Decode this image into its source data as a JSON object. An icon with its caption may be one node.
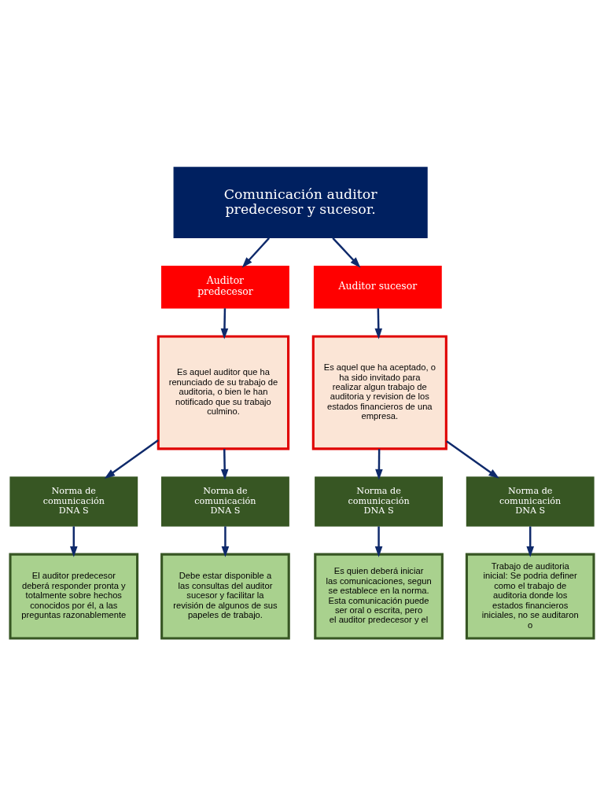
{
  "diagram": {
    "nodes": [
      {
        "text": [
          "Comunicación auditor predecesor y sucesor."
        ]
      },
      {
        "text": [
          "Auditor predecesor"
        ]
      },
      {
        "text": [
          "Auditor sucesor"
        ]
      },
      {
        "text": [
          "Es aquel auditor que ha renunciado de su trabajo de auditoria, o bien le han notificado que su trabajo culmino."
        ]
      },
      {
        "text": [
          "Es aquel que ha aceptado, o ha sido invitado para realizar algun trabajo de auditoria y revision de los estados financieros de una empresa."
        ]
      },
      {
        "text": [
          "Norma de comunicación DNA S"
        ]
      },
      {
        "text": [
          "Norma de comunicación DNA S"
        ]
      },
      {
        "text": [
          "Norma de comunicación DNA S"
        ]
      },
      {
        "text": [
          "Norma de comunicación DNA S"
        ]
      },
      {
        "text": [
          "El auditor predecesor deberá responder pronta y totalmente sobre hechos conocidos por él, a las preguntas razonablemente"
        ]
      },
      {
        "text": [
          "Debe estar disponible a las consultas del auditor sucesor y facilitar la revisión de algunos de sus papeles de trabajo."
        ]
      },
      {
        "text": [
          "Es quien deberá iniciar las comunicaciones, segun se establece en la norma. Esta comunicación puede ser oral o escrita, pero el auditor predecesor y el"
        ]
      },
      {
        "text": [
          "Trabajo de auditoria inicial: Se podria definer como el trabajo de auditoria donde los estados financieros iniciales, no se auditaron o"
        ]
      }
    ],
    "edges": [
      {
        "from": 0,
        "to": 1,
        "arrow": "to"
      },
      {
        "from": 0,
        "to": 2,
        "arrow": "to"
      },
      {
        "from": 1,
        "to": 3,
        "arrow": "to"
      },
      {
        "from": 2,
        "to": 4,
        "arrow": "to"
      },
      {
        "from": 3,
        "to": 5,
        "arrow": "to"
      },
      {
        "from": 3,
        "to": 6,
        "arrow": "to"
      },
      {
        "from": 4,
        "to": 7,
        "arrow": "to"
      },
      {
        "from": 4,
        "to": 8,
        "arrow": "to"
      },
      {
        "from": 5,
        "to": 9,
        "arrow": "to"
      },
      {
        "from": 6,
        "to": 10,
        "arrow": "to"
      },
      {
        "from": 7,
        "to": 11,
        "arrow": "to"
      },
      {
        "from": 8,
        "to": 12,
        "arrow": "to"
      }
    ]
  }
}
